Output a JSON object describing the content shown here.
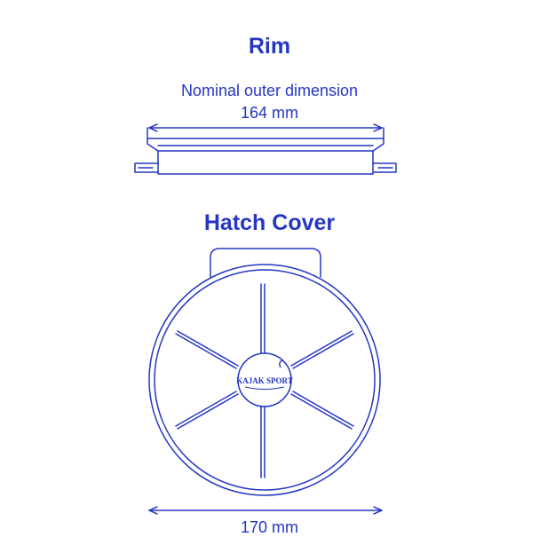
{
  "rim": {
    "title": "Rim",
    "dimension_caption": "Nominal outer dimension",
    "dimension_value": "164 mm"
  },
  "hatch_cover": {
    "title": "Hatch Cover",
    "dimension_value": "170 mm",
    "logo_text": "KAJAK SPORT"
  },
  "colors": {
    "line": "#2436c2",
    "background": "#ffffff"
  }
}
